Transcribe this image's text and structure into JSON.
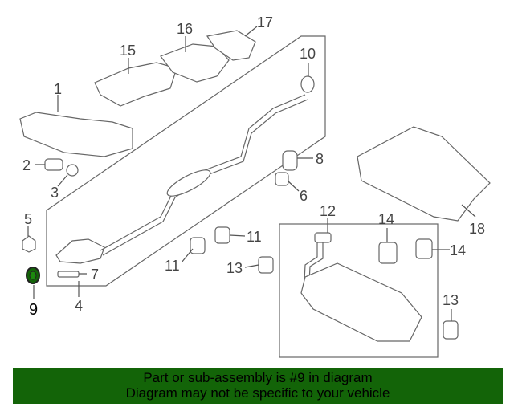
{
  "diagram": {
    "callouts": [
      "1",
      "2",
      "3",
      "4",
      "5",
      "6",
      "7",
      "8",
      "9",
      "10",
      "11",
      "11",
      "12",
      "13",
      "13",
      "14",
      "14",
      "15",
      "16",
      "17",
      "18"
    ],
    "highlight_part": "9",
    "highlight_color": "#136408"
  },
  "banner": {
    "line1": "Part or sub-assembly is #9 in diagram",
    "line2": "Diagram may not be specific to your vehicle",
    "color": "#136408"
  }
}
